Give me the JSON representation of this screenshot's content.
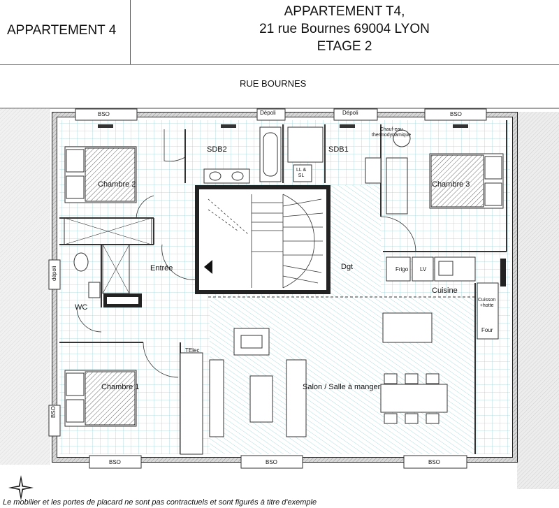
{
  "header": {
    "left_title": "APPARTEMENT 4",
    "right_line1": "APPARTEMENT T4,",
    "right_line2": "21 rue Bournes 69004 LYON",
    "right_line3": "ETAGE 2"
  },
  "street": "RUE BOURNES",
  "rooms": {
    "chambre2": "Chambre 2",
    "chambre3": "Chambre 3",
    "chambre1": "Chambre 1",
    "sdb2": "SDB2",
    "sdb1": "SDB1",
    "entree": "Entrée",
    "dgt": "Dgt",
    "wc": "WC",
    "cuisine": "Cuisine",
    "salon": "Salon / Salle à manger"
  },
  "fixtures": {
    "bso": "BSO",
    "depoli": "Dépoli",
    "depoli_side": "dépoli",
    "chauffe_eau": "Chauf-eau thermodynamique",
    "chauffe_eau_l1": "Chauf-eau",
    "chauffe_eau_l2": "thermodynamique",
    "ll_sl_l1": "LL &",
    "ll_sl_l2": "SL",
    "frigo": "Frigo",
    "lv": "LV",
    "cuisson_l1": "Cuisson",
    "cuisson_l2": "+hotte",
    "four": "Four",
    "telec": "TElec"
  },
  "disclaimer": "Le mobilier et les portes de placard ne sont pas contractuels et sont figurés à titre d'exemple"
}
